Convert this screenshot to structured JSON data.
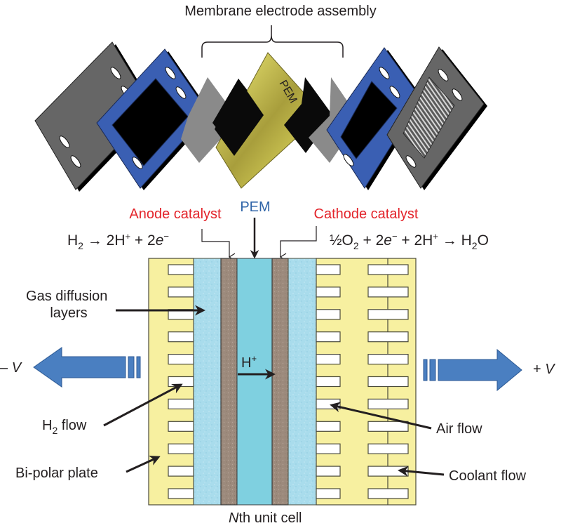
{
  "title": "Membrane electrode assembly",
  "exploded_view": {
    "layers": [
      {
        "name": "end-plate-left",
        "label": "",
        "color": "#666666"
      },
      {
        "name": "gasket-left",
        "label": "",
        "color": "#3a5fb3"
      },
      {
        "name": "gdl-left",
        "label": "",
        "color": "#8a8a8a"
      },
      {
        "name": "catalyst-left",
        "label": "",
        "color": "#0a0a0a"
      },
      {
        "name": "pem",
        "label": "PEM",
        "color": "#e3e066"
      },
      {
        "name": "catalyst-right",
        "label": "",
        "color": "#0a0a0a"
      },
      {
        "name": "gdl-right",
        "label": "",
        "color": "#8a8a8a"
      },
      {
        "name": "gasket-right",
        "label": "",
        "color": "#3a5fb3"
      },
      {
        "name": "flow-plate-right",
        "label": "",
        "color": "#666666"
      }
    ]
  },
  "cross_section": {
    "labels": {
      "anode_catalyst": "Anode catalyst",
      "pem": "PEM",
      "cathode_catalyst": "Cathode catalyst",
      "gas_diffusion_line1": "Gas diffusion",
      "gas_diffusion_line2": "layers",
      "h2_flow_main": "H",
      "h2_flow_sub": "2",
      "h2_flow_rest": " flow",
      "bipolar_plate": "Bi-polar plate",
      "air_flow": "Air flow",
      "coolant_flow": "Coolant flow",
      "unit_cell_italic": "N",
      "unit_cell_rest": "th unit cell",
      "proton_main": "H",
      "proton_sup": "+",
      "neg_terminal_sign": "– ",
      "neg_terminal_v": "V",
      "pos_terminal_sign": "+ ",
      "pos_terminal_v": "V"
    },
    "anode_reaction": {
      "p1": "H",
      "p1_sub": "2",
      "p2": " → 2H",
      "p2_sup": "+",
      "p3": " + 2",
      "p3_e": "e",
      "p3_sup": "−"
    },
    "cathode_reaction": {
      "p1": "½O",
      "p1_sub": "2",
      "p2": " + 2",
      "p2_e": "e",
      "p2_sup": "−",
      "p3": " + 2H",
      "p3_sup": "+",
      "p4": " → H",
      "p4_sub": "2",
      "p5": "O"
    },
    "channel_rows": 11,
    "colors": {
      "plate": "#f7f0a0",
      "gdl": "#a9dcec",
      "catalyst": "#9c8a7c",
      "pem": "#7fd0e0",
      "terminal_arrow": "#4a7fc1",
      "outline": "#4a4a3a",
      "text_red": "#e3242b",
      "text_blue": "#2f64a8"
    }
  }
}
